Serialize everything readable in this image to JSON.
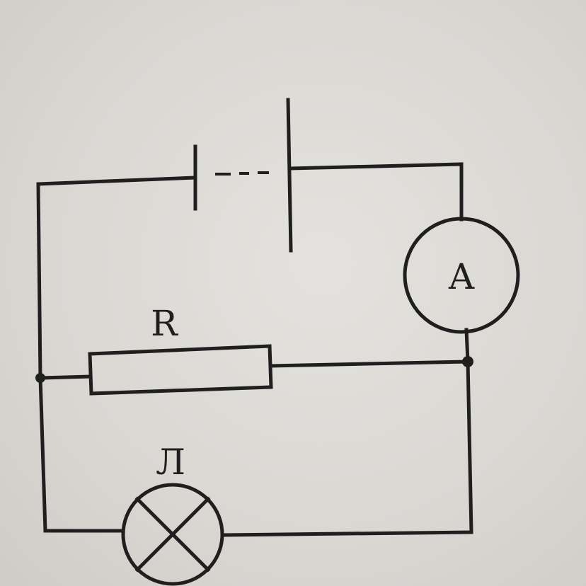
{
  "diagram": {
    "labels": {
      "resistor": "R",
      "lamp": "Л",
      "ammeter": "A"
    },
    "components": [
      {
        "id": "battery",
        "kind": "battery-of-cells"
      },
      {
        "id": "ammeter",
        "kind": "ammeter",
        "label_ref": "ammeter"
      },
      {
        "id": "resistor",
        "kind": "resistor",
        "label_ref": "resistor"
      },
      {
        "id": "lamp",
        "kind": "lamp",
        "label_ref": "lamp"
      }
    ],
    "colors": {
      "ink": "#1f1f1f",
      "paper": "#dad7d3"
    }
  }
}
